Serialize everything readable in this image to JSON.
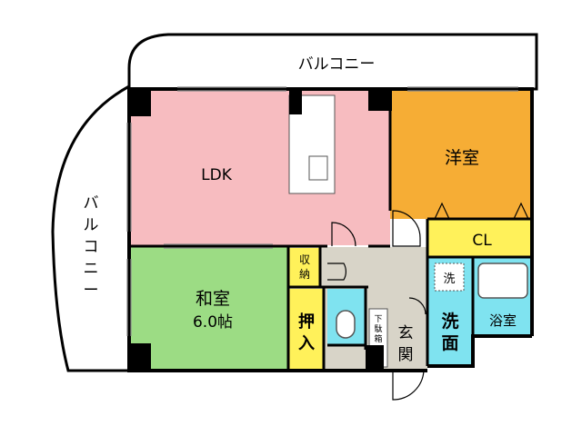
{
  "balcony_top": "バルコニー",
  "balcony_left": [
    "バ",
    "ル",
    "コ",
    "ニ",
    "ー"
  ],
  "rooms": {
    "ldk": {
      "label": "LDK",
      "color": "#f7bcc0"
    },
    "western": {
      "label": "洋室",
      "color": "#f6ad35"
    },
    "closet": {
      "label": "CL",
      "color": "#fff15a"
    },
    "japanese": {
      "label": "和室",
      "size": "6.0帖",
      "color": "#9cdc84"
    },
    "storage_small": {
      "label": [
        "収",
        "納"
      ],
      "color": "#fff15a"
    },
    "oshiire": {
      "label": [
        "押",
        "入"
      ],
      "color": "#fff15a"
    },
    "toilet": {
      "color": "#7fe3f0"
    },
    "shoebox": {
      "label": [
        "下",
        "駄",
        "箱"
      ]
    },
    "entrance": {
      "label": [
        "玄",
        "関"
      ]
    },
    "washroom": {
      "label": [
        "洗",
        "面"
      ],
      "color": "#7fe3f0"
    },
    "washer": {
      "label": "洗"
    },
    "bathroom": {
      "label": "浴室",
      "color": "#7fe3f0"
    }
  },
  "hall_color": "#d8d4c8"
}
